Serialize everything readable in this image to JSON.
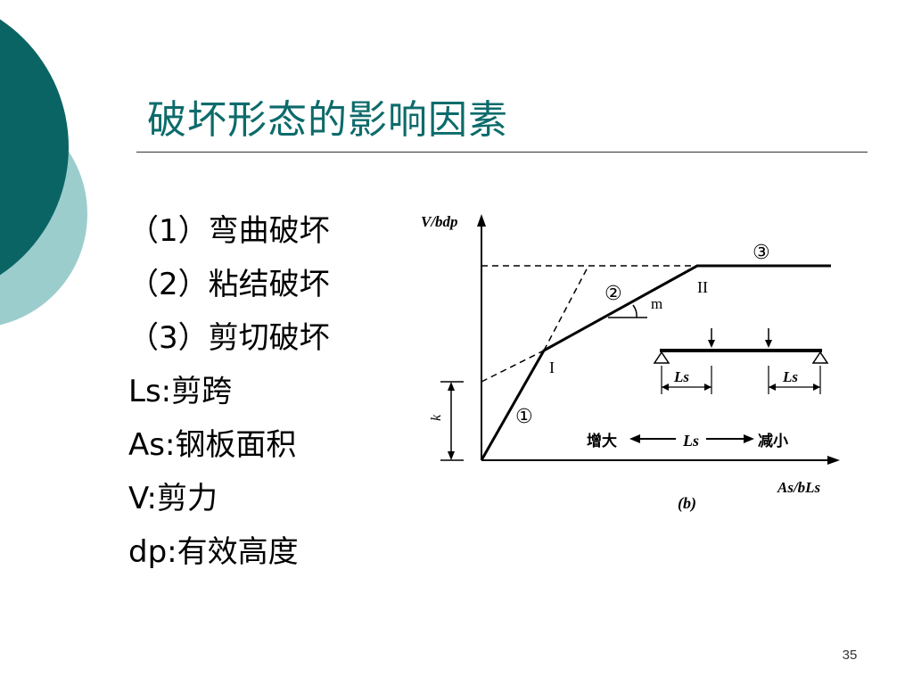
{
  "slide": {
    "title": "破坏形态的影响因素",
    "page_number": "35",
    "bullets": [
      "（1）弯曲破坏",
      "（2）粘结破坏",
      "（3）剪切破坏",
      "Ls:剪跨",
      "As:钢板面积",
      "V:剪力",
      "dp:有效高度"
    ]
  },
  "diagram": {
    "y_axis_label": "V/bdp",
    "x_axis_label": "As/bLs",
    "point_labels": [
      "I",
      "II"
    ],
    "circle_labels": [
      "①",
      "②",
      "③"
    ],
    "slope_label": "m",
    "k_label": "k",
    "beam_span_labels": [
      "Ls",
      "Ls"
    ],
    "arrow_left_label": "增大",
    "arrow_mid_label": "Ls",
    "arrow_right_label": "减小",
    "caption": "(b)"
  },
  "colors": {
    "title": "#0d6b6b",
    "deco_dark": "#0b6464",
    "deco_light": "#9ccdcd",
    "line": "#000000"
  }
}
